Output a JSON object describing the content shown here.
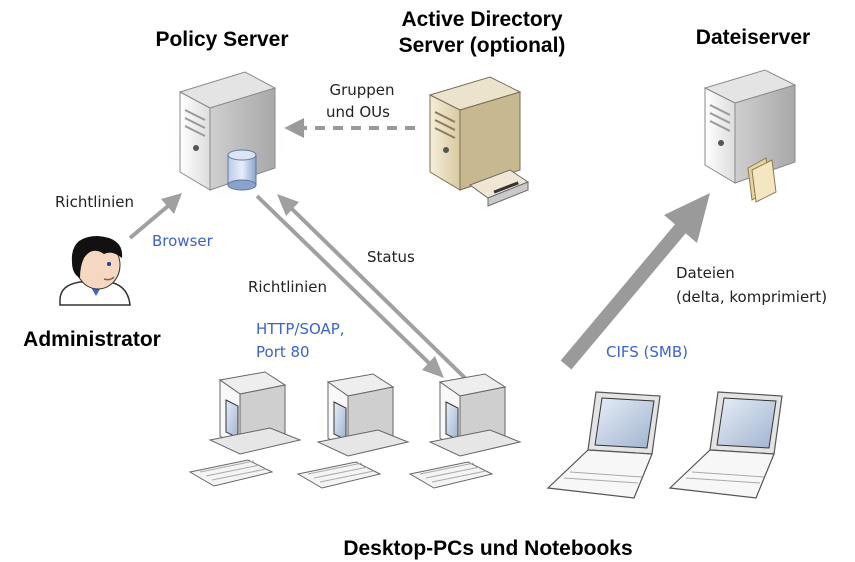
{
  "nodes": {
    "policy_server": {
      "title": "Policy Server"
    },
    "ad_server": {
      "title_line1": "Active Directory",
      "title_line2": "Server (optional)"
    },
    "file_server": {
      "title": "Dateiserver"
    },
    "administrator": {
      "title": "Administrator"
    },
    "clients": {
      "title": "Desktop-PCs und Notebooks"
    }
  },
  "edges": {
    "ad_to_policy": {
      "label_line1": "Gruppen",
      "label_line2": "und OUs",
      "style": "dashed"
    },
    "admin_to_policy": {
      "label": "Richtlinien",
      "protocol": "Browser"
    },
    "policy_to_clients": {
      "label": "Richtlinien",
      "protocol_line1": "HTTP/SOAP,",
      "protocol_line2": "Port 80"
    },
    "clients_to_policy": {
      "label": "Status"
    },
    "clients_to_fileserver": {
      "label_line1": "Dateien",
      "label_line2": "(delta, komprimiert)",
      "protocol": "CIFS (SMB)"
    }
  },
  "colors": {
    "arrow": "#9a9a9a",
    "protocol_text": "#3a63d6",
    "server_body": "#f0f0ee",
    "ad_server_body": "#e7dcc0"
  }
}
